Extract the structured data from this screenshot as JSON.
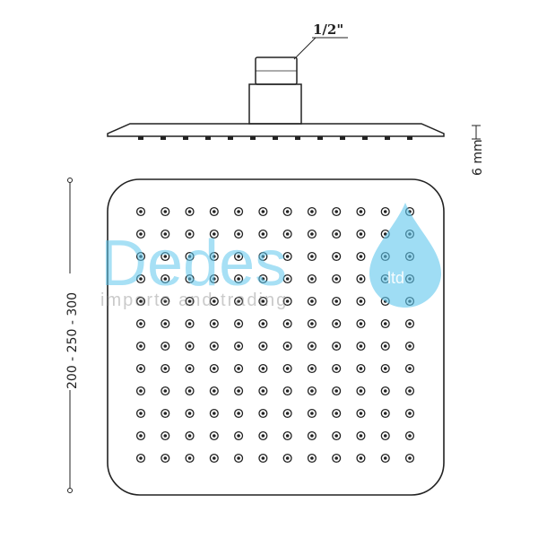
{
  "labels": {
    "thread_size": "1/2\"",
    "plate_thickness": "6 mm",
    "plate_size": "200 - 250 - 300"
  },
  "watermark": {
    "brand": "Dedes",
    "suffix": "ltd",
    "tagline": "imports and trading",
    "color": "#5fc6ec"
  },
  "nozzle_grid": {
    "rows": 12,
    "cols": 12
  },
  "side_nozzles": 13
}
